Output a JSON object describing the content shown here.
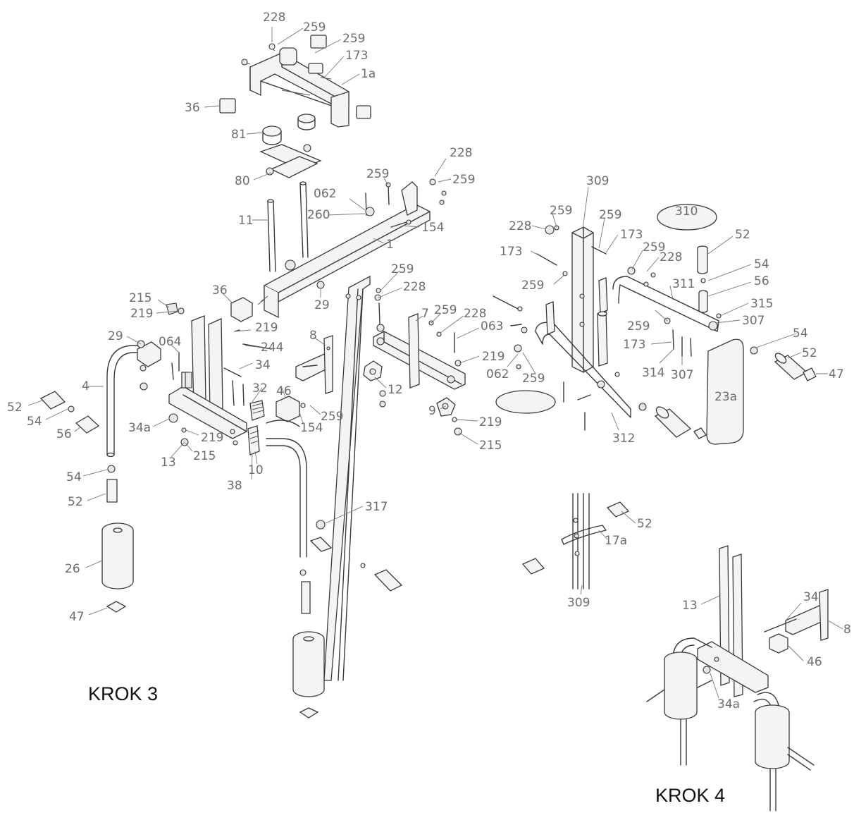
{
  "diagram": {
    "labels": [
      {
        "id": "l0",
        "text": "228"
      },
      {
        "id": "l1",
        "text": "259"
      },
      {
        "id": "l2",
        "text": "259"
      },
      {
        "id": "l3",
        "text": "173"
      },
      {
        "id": "l4",
        "text": "1a"
      },
      {
        "id": "l5",
        "text": "36"
      },
      {
        "id": "l6",
        "text": "81"
      },
      {
        "id": "l7",
        "text": "80"
      },
      {
        "id": "l8",
        "text": "228"
      },
      {
        "id": "l9",
        "text": "259"
      },
      {
        "id": "l10",
        "text": "062"
      },
      {
        "id": "l11",
        "text": "259"
      },
      {
        "id": "l12",
        "text": "260"
      },
      {
        "id": "l13",
        "text": "11"
      },
      {
        "id": "l14",
        "text": "154"
      },
      {
        "id": "l15",
        "text": "1"
      },
      {
        "id": "l16",
        "text": "309"
      },
      {
        "id": "l17",
        "text": "310"
      },
      {
        "id": "l18",
        "text": "259"
      },
      {
        "id": "l19",
        "text": "259"
      },
      {
        "id": "l20",
        "text": "228"
      },
      {
        "id": "l21",
        "text": "173"
      },
      {
        "id": "l22",
        "text": "52"
      },
      {
        "id": "l23",
        "text": "173"
      },
      {
        "id": "l24",
        "text": "259"
      },
      {
        "id": "l25",
        "text": "228"
      },
      {
        "id": "l26",
        "text": "54"
      },
      {
        "id": "l27",
        "text": "259"
      },
      {
        "id": "l28",
        "text": "311"
      },
      {
        "id": "l29",
        "text": "56"
      },
      {
        "id": "l30",
        "text": "315"
      },
      {
        "id": "l31",
        "text": "307"
      },
      {
        "id": "l32",
        "text": "259"
      },
      {
        "id": "l33",
        "text": "228"
      },
      {
        "id": "l34",
        "text": "36"
      },
      {
        "id": "l35",
        "text": "29"
      },
      {
        "id": "l36",
        "text": "215"
      },
      {
        "id": "l37",
        "text": "219"
      },
      {
        "id": "l38",
        "text": "7"
      },
      {
        "id": "l39",
        "text": "259"
      },
      {
        "id": "l40",
        "text": "228"
      },
      {
        "id": "l41",
        "text": "063"
      },
      {
        "id": "l42",
        "text": "259"
      },
      {
        "id": "l43",
        "text": "173"
      },
      {
        "id": "l44",
        "text": "29"
      },
      {
        "id": "l45",
        "text": "064"
      },
      {
        "id": "l46",
        "text": "219"
      },
      {
        "id": "l47",
        "text": "244"
      },
      {
        "id": "l48",
        "text": "8"
      },
      {
        "id": "l49",
        "text": "219"
      },
      {
        "id": "l50",
        "text": "062"
      },
      {
        "id": "l51",
        "text": "259"
      },
      {
        "id": "l52",
        "text": "314"
      },
      {
        "id": "l53",
        "text": "307"
      },
      {
        "id": "l54",
        "text": "54"
      },
      {
        "id": "l55",
        "text": "52"
      },
      {
        "id": "l56",
        "text": "47"
      },
      {
        "id": "l57",
        "text": "4"
      },
      {
        "id": "l58",
        "text": "34"
      },
      {
        "id": "l59",
        "text": "32"
      },
      {
        "id": "l60",
        "text": "46"
      },
      {
        "id": "l61",
        "text": "12"
      },
      {
        "id": "l62",
        "text": "23a"
      },
      {
        "id": "l63",
        "text": "52"
      },
      {
        "id": "l64",
        "text": "54"
      },
      {
        "id": "l65",
        "text": "34a"
      },
      {
        "id": "l66",
        "text": "56"
      },
      {
        "id": "l67",
        "text": "259"
      },
      {
        "id": "l68",
        "text": "154"
      },
      {
        "id": "l69",
        "text": "9"
      },
      {
        "id": "l70",
        "text": "219"
      },
      {
        "id": "l71",
        "text": "219"
      },
      {
        "id": "l72",
        "text": "312"
      },
      {
        "id": "l73",
        "text": "13"
      },
      {
        "id": "l74",
        "text": "215"
      },
      {
        "id": "l75",
        "text": "215"
      },
      {
        "id": "l76",
        "text": "10"
      },
      {
        "id": "l77",
        "text": "54"
      },
      {
        "id": "l78",
        "text": "38"
      },
      {
        "id": "l79",
        "text": "52"
      },
      {
        "id": "l80",
        "text": "317"
      },
      {
        "id": "l81",
        "text": "52"
      },
      {
        "id": "l82",
        "text": "17a"
      },
      {
        "id": "l83",
        "text": "26"
      },
      {
        "id": "l84",
        "text": "309"
      },
      {
        "id": "l85",
        "text": "47"
      },
      {
        "id": "l86",
        "text": "34"
      },
      {
        "id": "l87",
        "text": "13"
      },
      {
        "id": "l88",
        "text": "8"
      },
      {
        "id": "l89",
        "text": "46"
      },
      {
        "id": "l90",
        "text": "34a"
      }
    ],
    "steps": [
      {
        "id": "s3",
        "text": "KROK 3"
      },
      {
        "id": "s4",
        "text": "KROK 4"
      }
    ]
  }
}
